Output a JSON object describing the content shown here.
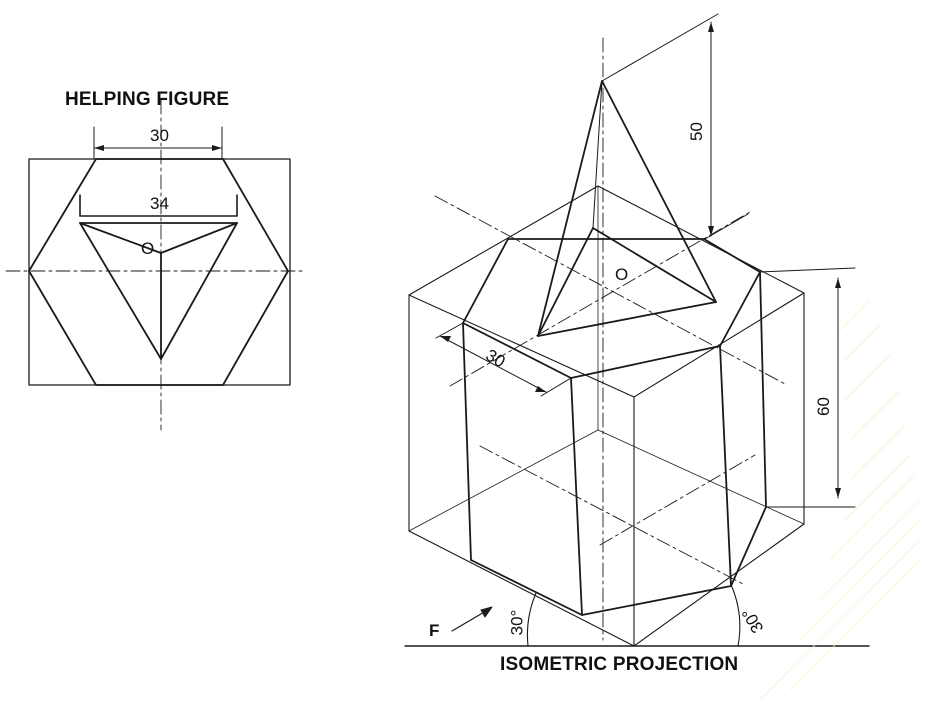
{
  "helping_figure": {
    "title": "HELPING FIGURE",
    "dim_top": "30",
    "dim_inner": "34",
    "center_label": "O"
  },
  "isometric": {
    "title": "ISOMETRIC PROJECTION",
    "dim_height_pyramid": "50",
    "dim_height_prism": "60",
    "dim_side": "30",
    "center_label": "O",
    "angle_left": "30°",
    "angle_right": "30°",
    "view_label": "F"
  },
  "colors": {
    "line": "#1a1a1a",
    "background": "#ffffff"
  }
}
